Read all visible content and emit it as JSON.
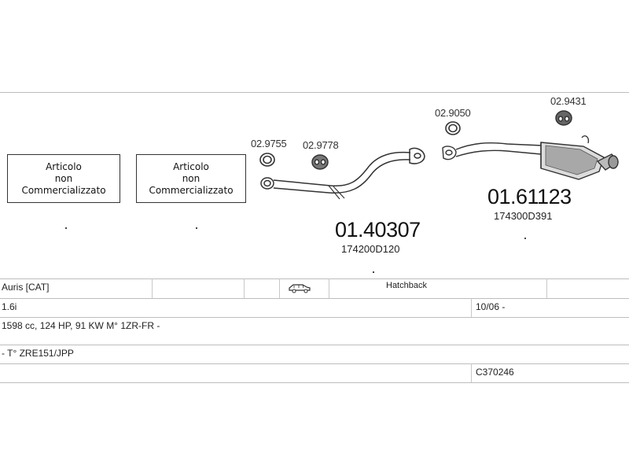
{
  "not_available_boxes": [
    {
      "line1": "Articolo",
      "line2": "non",
      "line3": "Commercializzato"
    },
    {
      "line1": "Articolo",
      "line2": "non",
      "line3": "Commercializzato"
    }
  ],
  "parts": {
    "gasket_front": "02.9755",
    "hanger_front": "02.9778",
    "gasket_mid": "02.9050",
    "hanger_rear": "02.9431",
    "front_pipe": {
      "code": "01.40307",
      "oem": "174200D120"
    },
    "rear_silencer": {
      "code": "01.61123",
      "oem": "174300D391"
    }
  },
  "vehicle": {
    "model": "Auris  [CAT]",
    "body_icon": "hatchback-car-icon",
    "body": "Hatchback",
    "engine": "1.6i",
    "dates": "10/06 -",
    "specs": "1598 cc, 124 HP, 91 KW M° 1ZR-FR -",
    "chassis": "- T° ZRE151/JPP",
    "catalog_code": "C370246"
  }
}
